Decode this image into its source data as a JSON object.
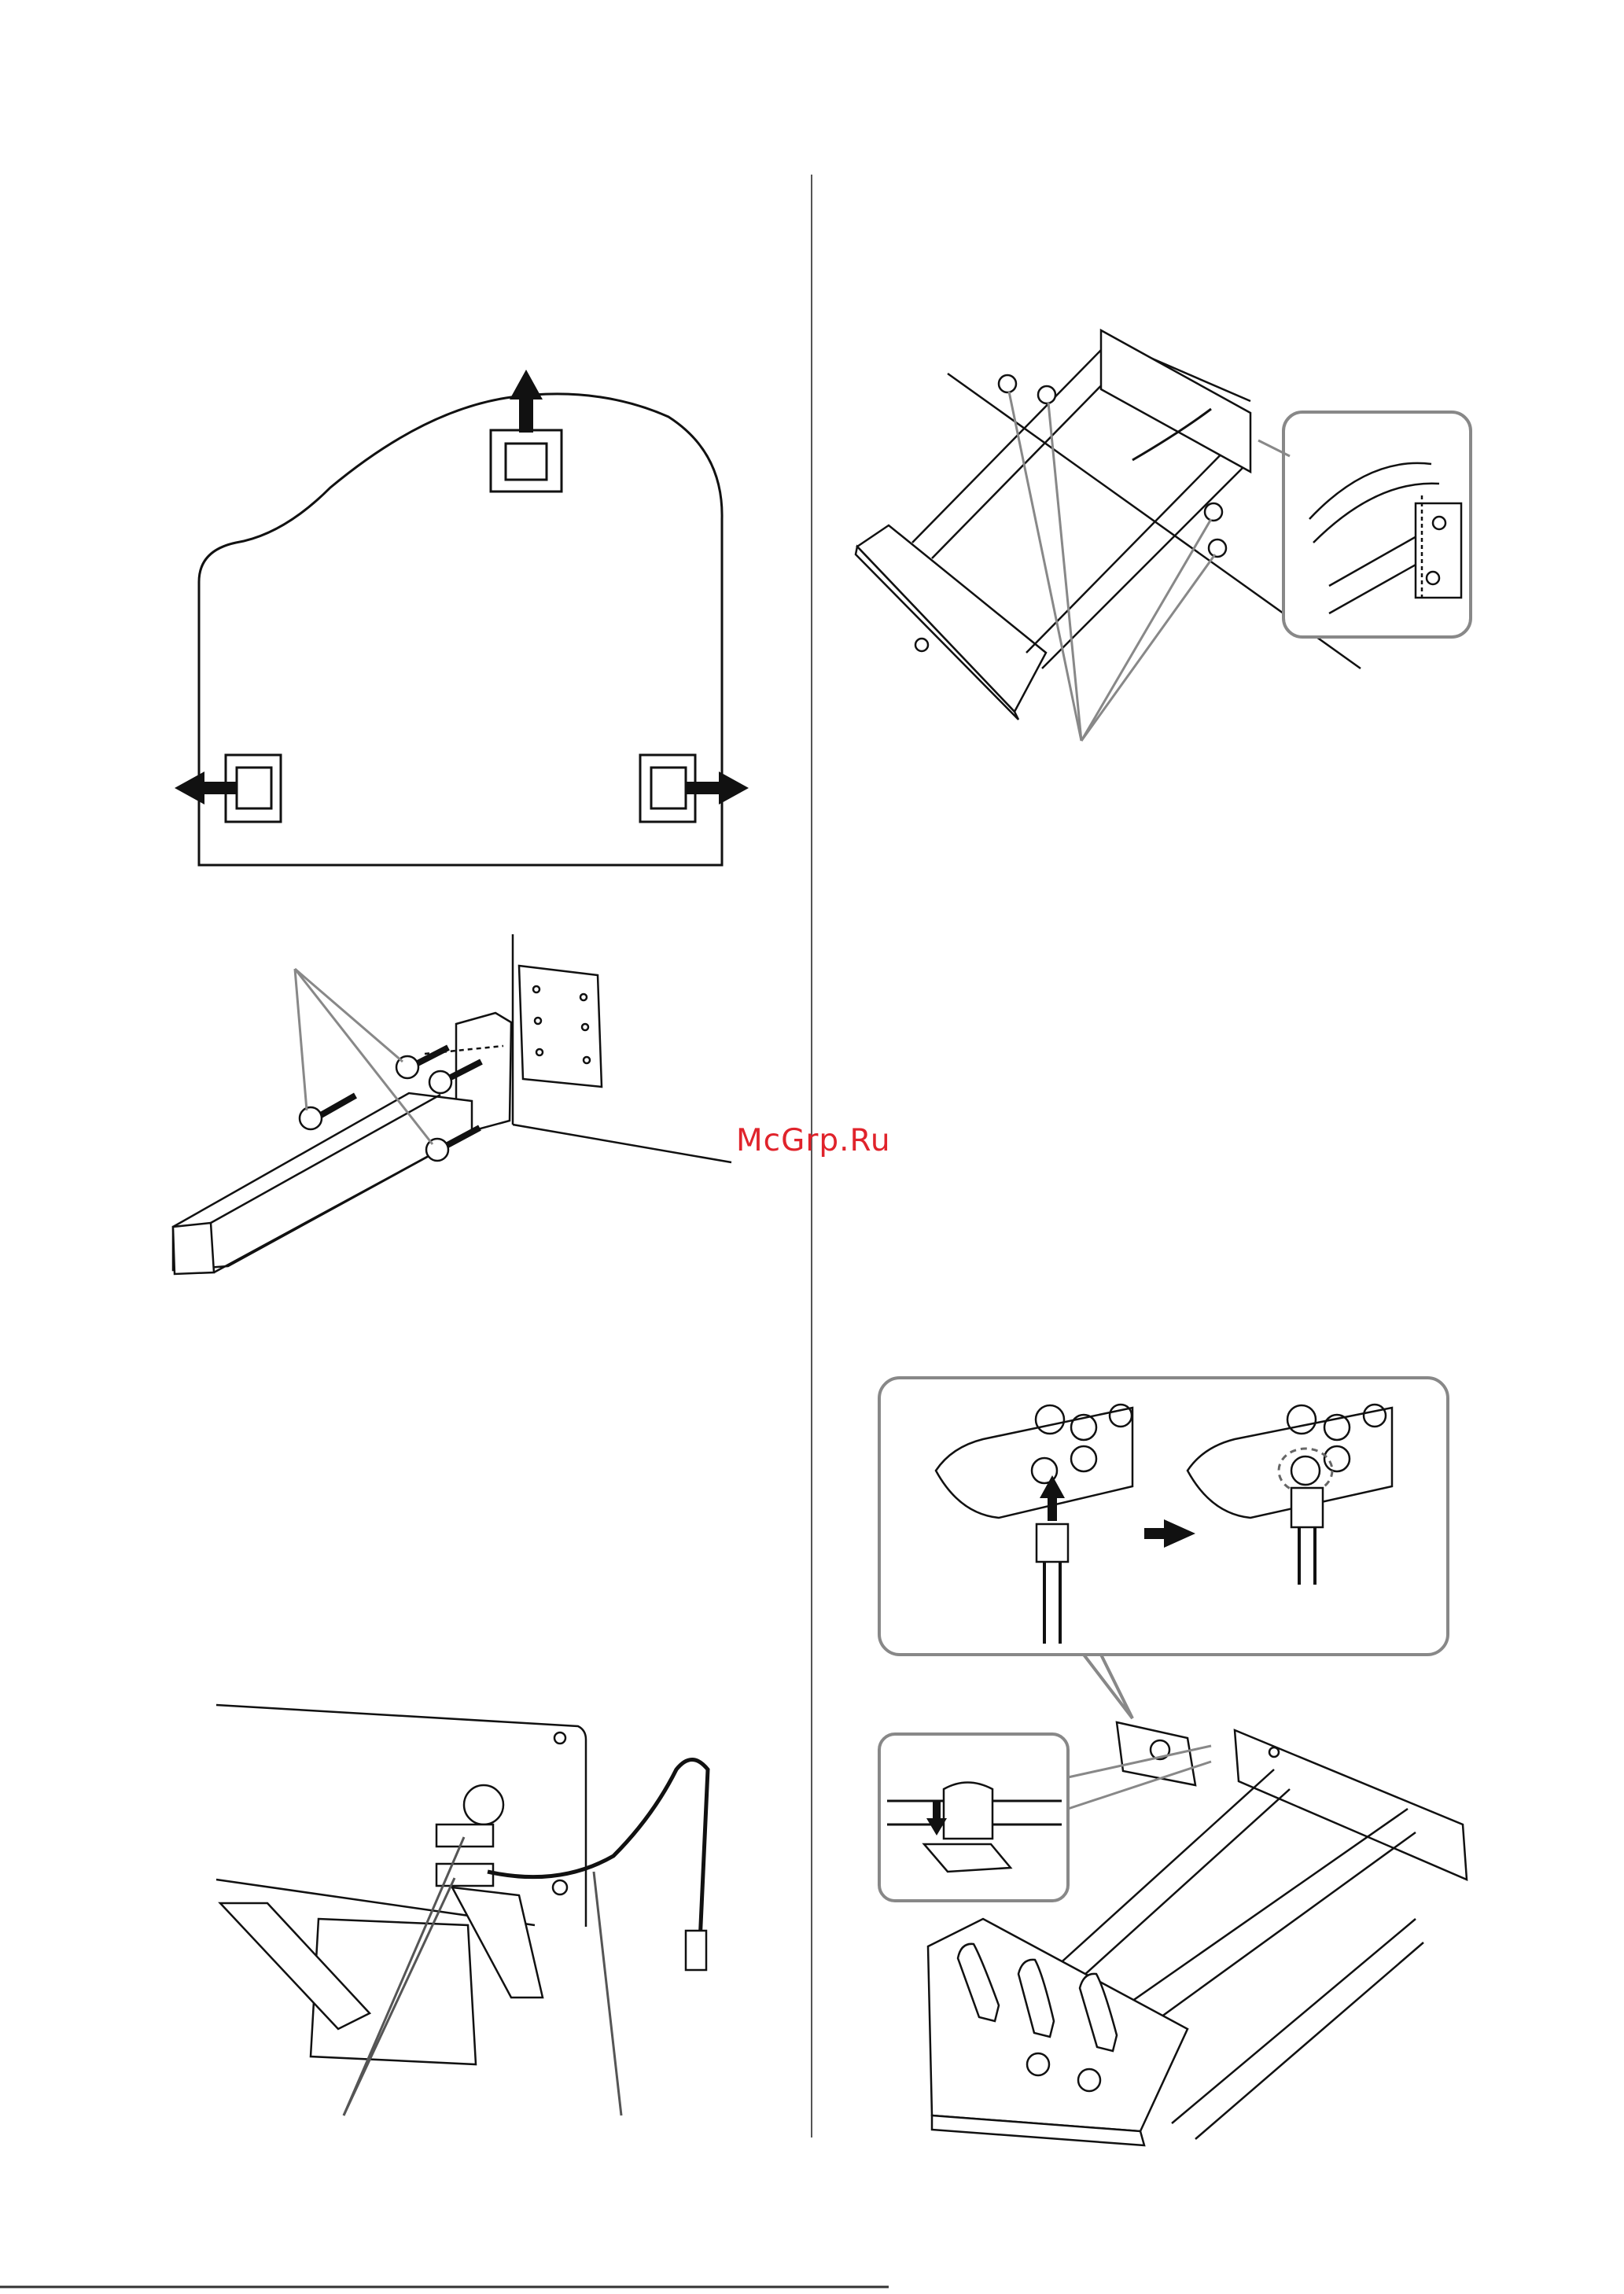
{
  "watermark": {
    "text": "McGrp.Ru"
  },
  "figures": [
    {
      "subject": "piano-top-view"
    },
    {
      "subject": "leg-screw-assembly"
    },
    {
      "subject": "lyre-screw-assembly"
    },
    {
      "subject": "pedal-cord-clamp"
    },
    {
      "subject": "pedal-cord-connection"
    }
  ]
}
